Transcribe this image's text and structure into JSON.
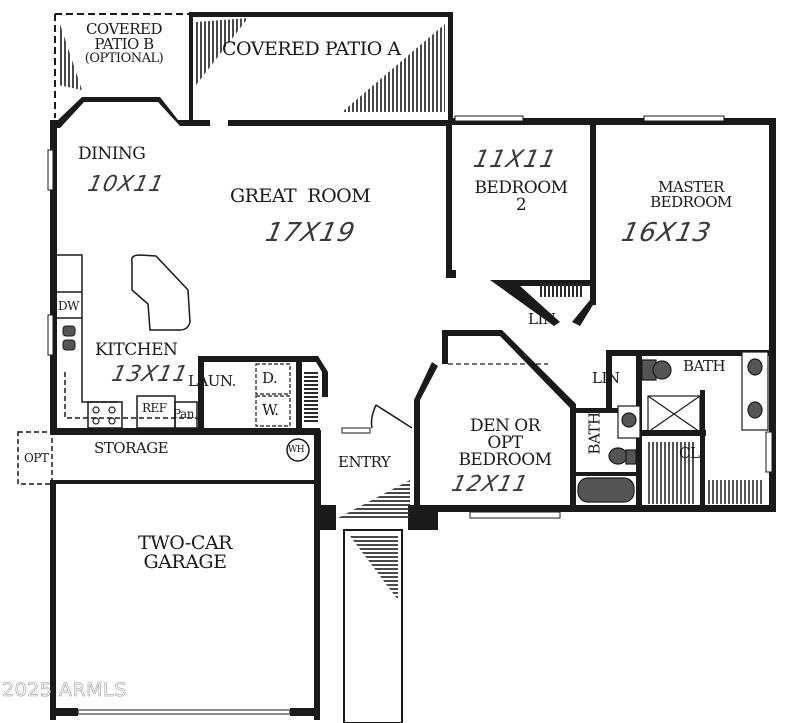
{
  "plan": {
    "colors": {
      "wall": "#1a1a1a",
      "background": "#ffffff",
      "hatch": "#2a2a2a",
      "handwriting": "#3a3a3a",
      "watermark": "#9a9a9a"
    },
    "rooms": {
      "covered_patio_b": {
        "label_line1": "COVERED",
        "label_line2": "PATIO B",
        "label_line3": "(OPTIONAL)"
      },
      "covered_patio_a": {
        "label": "COVERED PATIO A"
      },
      "dining": {
        "label": "DINING",
        "dimensions": "10X11"
      },
      "great_room": {
        "label": "GREAT  ROOM",
        "dimensions": "17X19"
      },
      "bedroom_2": {
        "label_line1": "BEDROOM",
        "label_line2": "2",
        "dimensions": "11X11"
      },
      "master_bedroom": {
        "label_line1": "MASTER",
        "label_line2": "BEDROOM",
        "dimensions": "16X13"
      },
      "kitchen": {
        "label": "KITCHEN",
        "dimensions": "13X11"
      },
      "laundry": {
        "label": "LAUN.",
        "dryer": "D.",
        "washer": "W."
      },
      "linen_1": {
        "label": "LIN"
      },
      "linen_2": {
        "label": "LIN"
      },
      "master_bath": {
        "label": "BATH"
      },
      "hall_bath": {
        "label": "BATH"
      },
      "closet": {
        "label": "CL."
      },
      "den": {
        "label_line1": "DEN OR",
        "label_line2": "OPT",
        "label_line3": "BEDROOM",
        "dimensions": "12X11"
      },
      "storage": {
        "label": "STORAGE"
      },
      "optional_storage": {
        "label": "OPT"
      },
      "entry": {
        "label": "ENTRY"
      },
      "garage": {
        "label_line1": "TWO-CAR",
        "label_line2": "GARAGE"
      }
    },
    "fixtures": {
      "dishwasher": "DW",
      "refrigerator": "REF",
      "pantry": "Pan",
      "water_heater": "WH"
    },
    "watermark": "2025 ARMLS"
  }
}
